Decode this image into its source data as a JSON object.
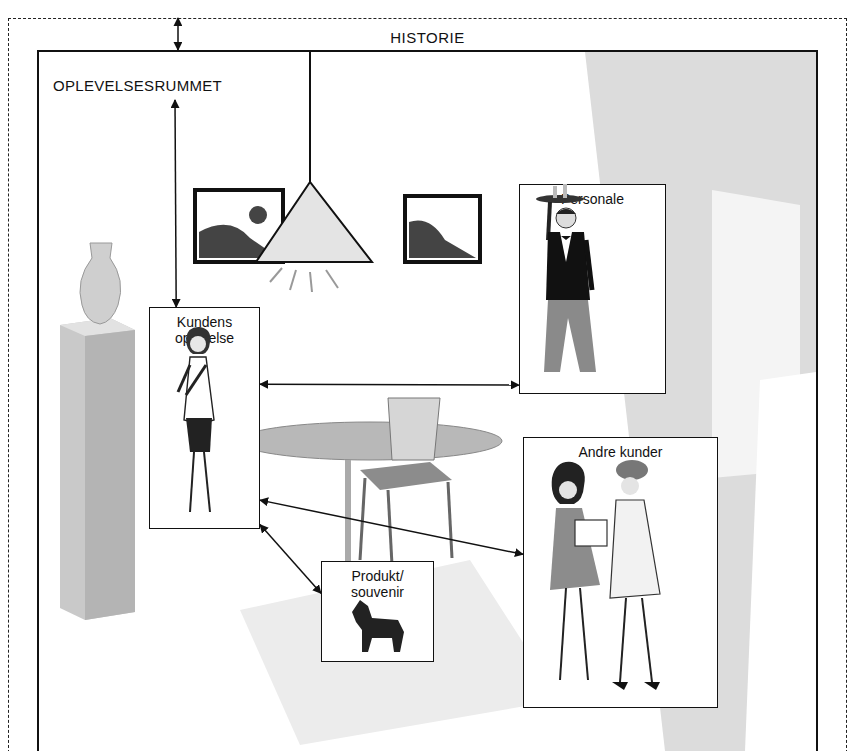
{
  "diagram": {
    "nodes": [
      {
        "text": [
          "HISTORIE"
        ]
      },
      {
        "text": [
          "OPLEVELSESRUMMET"
        ],
        "in": 0
      },
      {
        "text": [
          "Personale"
        ],
        "in": 1
      },
      {
        "text": [
          "Kundens oplevelse"
        ],
        "in": 1
      },
      {
        "text": [
          "Andre kunder"
        ],
        "in": 1
      },
      {
        "text": [
          "Produkt/ souvenir"
        ],
        "in": 1
      }
    ],
    "edges": [
      {
        "from": 0,
        "to": 1,
        "arrow": "both"
      },
      {
        "from": 1,
        "to": 3,
        "arrow": "both"
      },
      {
        "from": 3,
        "to": 2,
        "arrow": "both"
      },
      {
        "from": 3,
        "to": 4,
        "arrow": "both"
      },
      {
        "from": 3,
        "to": 5,
        "arrow": "both"
      }
    ]
  }
}
